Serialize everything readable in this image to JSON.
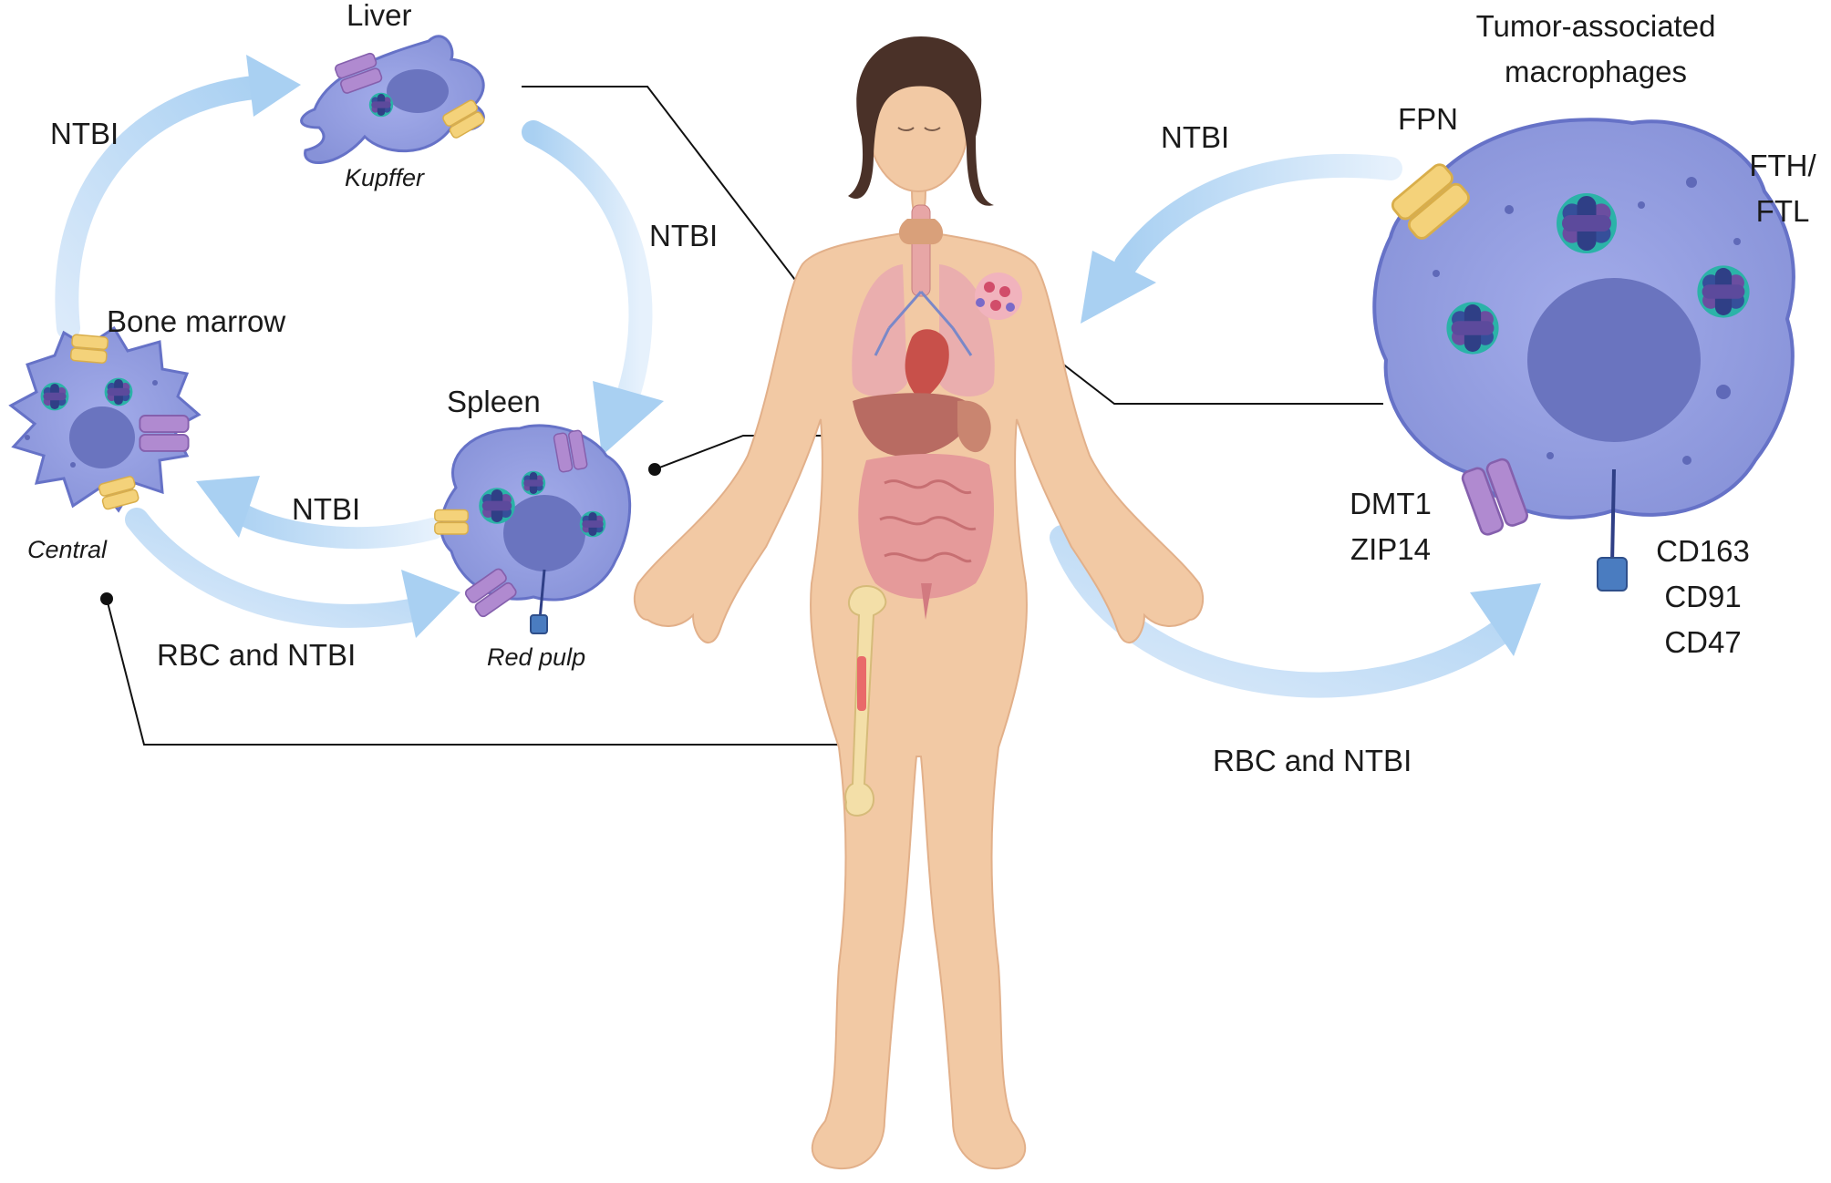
{
  "labels": {
    "liver": "Liver",
    "kupffer": "Kupffer",
    "bone_marrow": "Bone marrow",
    "central": "Central",
    "spleen": "Spleen",
    "red_pulp": "Red pulp",
    "tam_line1": "Tumor-associated",
    "tam_line2": "macrophages",
    "fpn": "FPN",
    "fth": "FTH/",
    "ftl": "FTL",
    "dmt1": "DMT1",
    "zip14": "ZIP14",
    "cd163": "CD163",
    "cd91": "CD91",
    "cd47": "CD47"
  },
  "arrows": {
    "bm_to_liver": "NTBI",
    "liver_to_spleen": "NTBI",
    "spleen_to_bm": "NTBI",
    "bm_to_spleen": "RBC and NTBI",
    "tam_to_body": "NTBI",
    "body_to_tam": "RBC and NTBI"
  },
  "colors": {
    "arrow": "#a9d0f2",
    "cell_fill": "#8e99dc",
    "cell_stroke": "#6672c7",
    "nucleus": "#6a74bf",
    "fpn_channel": "#f4d27a",
    "dmt1_channel": "#a07cc4",
    "ferritin": "#4a4f9a",
    "skin": "#f2c9a4",
    "hair": "#4a3128"
  }
}
